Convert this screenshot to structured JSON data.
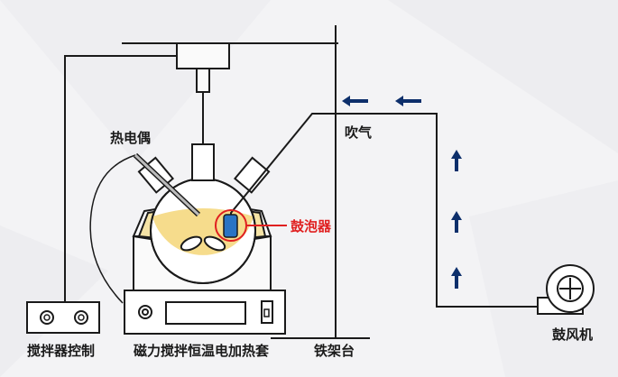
{
  "labels": {
    "thermocouple": "热电偶",
    "blow": "吹气",
    "bubbler": "鼓泡器",
    "stirrer_controller": "搅拌器控制",
    "heating_mantle": "磁力搅拌恒温电加热套",
    "iron_stand": "铁架台",
    "blower": "鼓风机"
  },
  "colors": {
    "background": "#f3f3f5",
    "line": "#1a1a1a",
    "liquid": "#f6dc8c",
    "mantle": "#f5e3a5",
    "arrow": "#0d2f6b",
    "highlight": "#e02020",
    "bubbler": "#2a74c4"
  },
  "icons": {
    "arrow_left": "arrow-left-icon",
    "arrow_up": "arrow-up-icon"
  }
}
